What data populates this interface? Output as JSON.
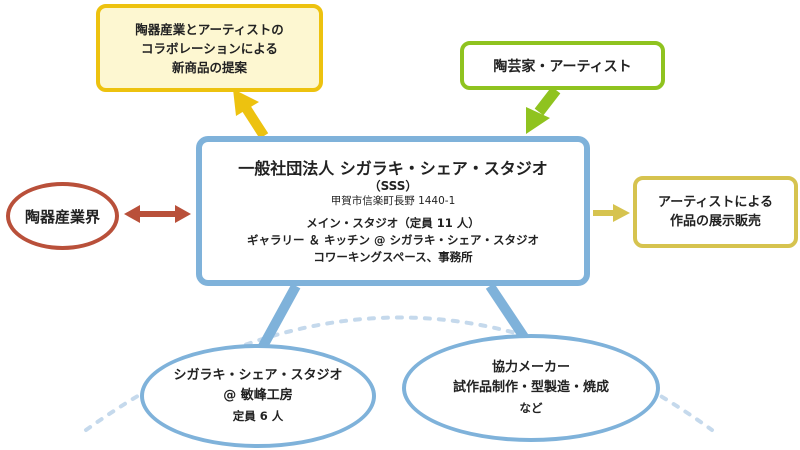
{
  "colors": {
    "blue": "#7fb2da",
    "yellow": "#edc20f",
    "green": "#8fc31f",
    "red": "#b9503a",
    "olive": "#d6c34f"
  },
  "proposal": {
    "lines": [
      "陶器産業とアーティストの",
      "コラボレーションによる",
      "新商品の提案"
    ]
  },
  "artist": {
    "label": "陶芸家・アーティスト"
  },
  "center": {
    "title": "一般社団法人 シガラキ・シェア・スタジオ",
    "abbr": "（SSS）",
    "address": "甲賀市信楽町長野 1440-1",
    "details": [
      "メイン・スタジオ（定員 11 人）",
      "ギャラリー ＆ キッチン @ シガラキ・シェア・スタジオ",
      "コワーキングスペース、事務所"
    ]
  },
  "industry": {
    "label": "陶器産業界"
  },
  "sales": {
    "lines": [
      "アーティストによる",
      "作品の展示販売"
    ]
  },
  "studio": {
    "lines": [
      "シガラキ・シェア・スタジオ",
      "@ 敏峰工房"
    ],
    "capacity": "定員 6 人"
  },
  "maker": {
    "lines": [
      "協力メーカー",
      "試作品制作・型製造・焼成"
    ],
    "etc": "など"
  }
}
